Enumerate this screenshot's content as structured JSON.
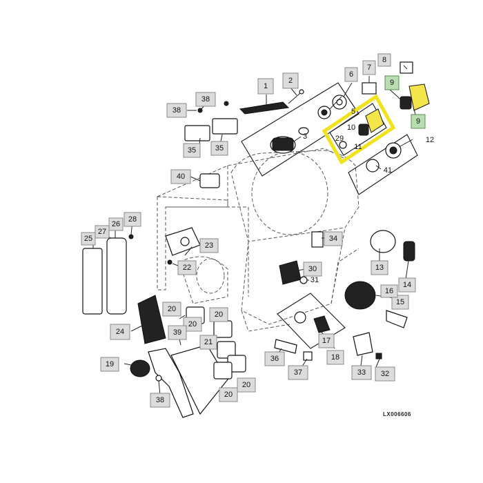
{
  "reference_code": "LX006606",
  "highlight_color": "#f2e21b",
  "callouts": [
    {
      "id": "c1",
      "text": "1"
    },
    {
      "id": "c2",
      "text": "2"
    },
    {
      "id": "c3",
      "text": "3"
    },
    {
      "id": "c5",
      "text": "5"
    },
    {
      "id": "c6",
      "text": "6"
    },
    {
      "id": "c7",
      "text": "7"
    },
    {
      "id": "c8",
      "text": "8"
    },
    {
      "id": "c9a",
      "text": "9"
    },
    {
      "id": "c9b",
      "text": "9"
    },
    {
      "id": "c10",
      "text": "10"
    },
    {
      "id": "c11",
      "text": "11"
    },
    {
      "id": "c12",
      "text": "12"
    },
    {
      "id": "c13",
      "text": "13"
    },
    {
      "id": "c14",
      "text": "14"
    },
    {
      "id": "c15",
      "text": "15"
    },
    {
      "id": "c16",
      "text": "16"
    },
    {
      "id": "c17",
      "text": "17"
    },
    {
      "id": "c18",
      "text": "18"
    },
    {
      "id": "c19",
      "text": "19"
    },
    {
      "id": "c20a",
      "text": "20"
    },
    {
      "id": "c20b",
      "text": "20"
    },
    {
      "id": "c20c",
      "text": "20"
    },
    {
      "id": "c20d",
      "text": "20"
    },
    {
      "id": "c20e",
      "text": "20"
    },
    {
      "id": "c21",
      "text": "21"
    },
    {
      "id": "c22",
      "text": "22"
    },
    {
      "id": "c23",
      "text": "23"
    },
    {
      "id": "c24",
      "text": "24"
    },
    {
      "id": "c25",
      "text": "25"
    },
    {
      "id": "c26",
      "text": "26"
    },
    {
      "id": "c27",
      "text": "27"
    },
    {
      "id": "c28",
      "text": "28"
    },
    {
      "id": "c29",
      "text": "29"
    },
    {
      "id": "c30",
      "text": "30"
    },
    {
      "id": "c31",
      "text": "31"
    },
    {
      "id": "c32",
      "text": "32"
    },
    {
      "id": "c33",
      "text": "33"
    },
    {
      "id": "c34",
      "text": "34"
    },
    {
      "id": "c35a",
      "text": "35"
    },
    {
      "id": "c35b",
      "text": "35"
    },
    {
      "id": "c36",
      "text": "36"
    },
    {
      "id": "c37",
      "text": "37"
    },
    {
      "id": "c38a",
      "text": "38"
    },
    {
      "id": "c38b",
      "text": "38"
    },
    {
      "id": "c38c",
      "text": "38"
    },
    {
      "id": "c39",
      "text": "39"
    },
    {
      "id": "c40",
      "text": "40"
    },
    {
      "id": "c41",
      "text": "41"
    }
  ]
}
